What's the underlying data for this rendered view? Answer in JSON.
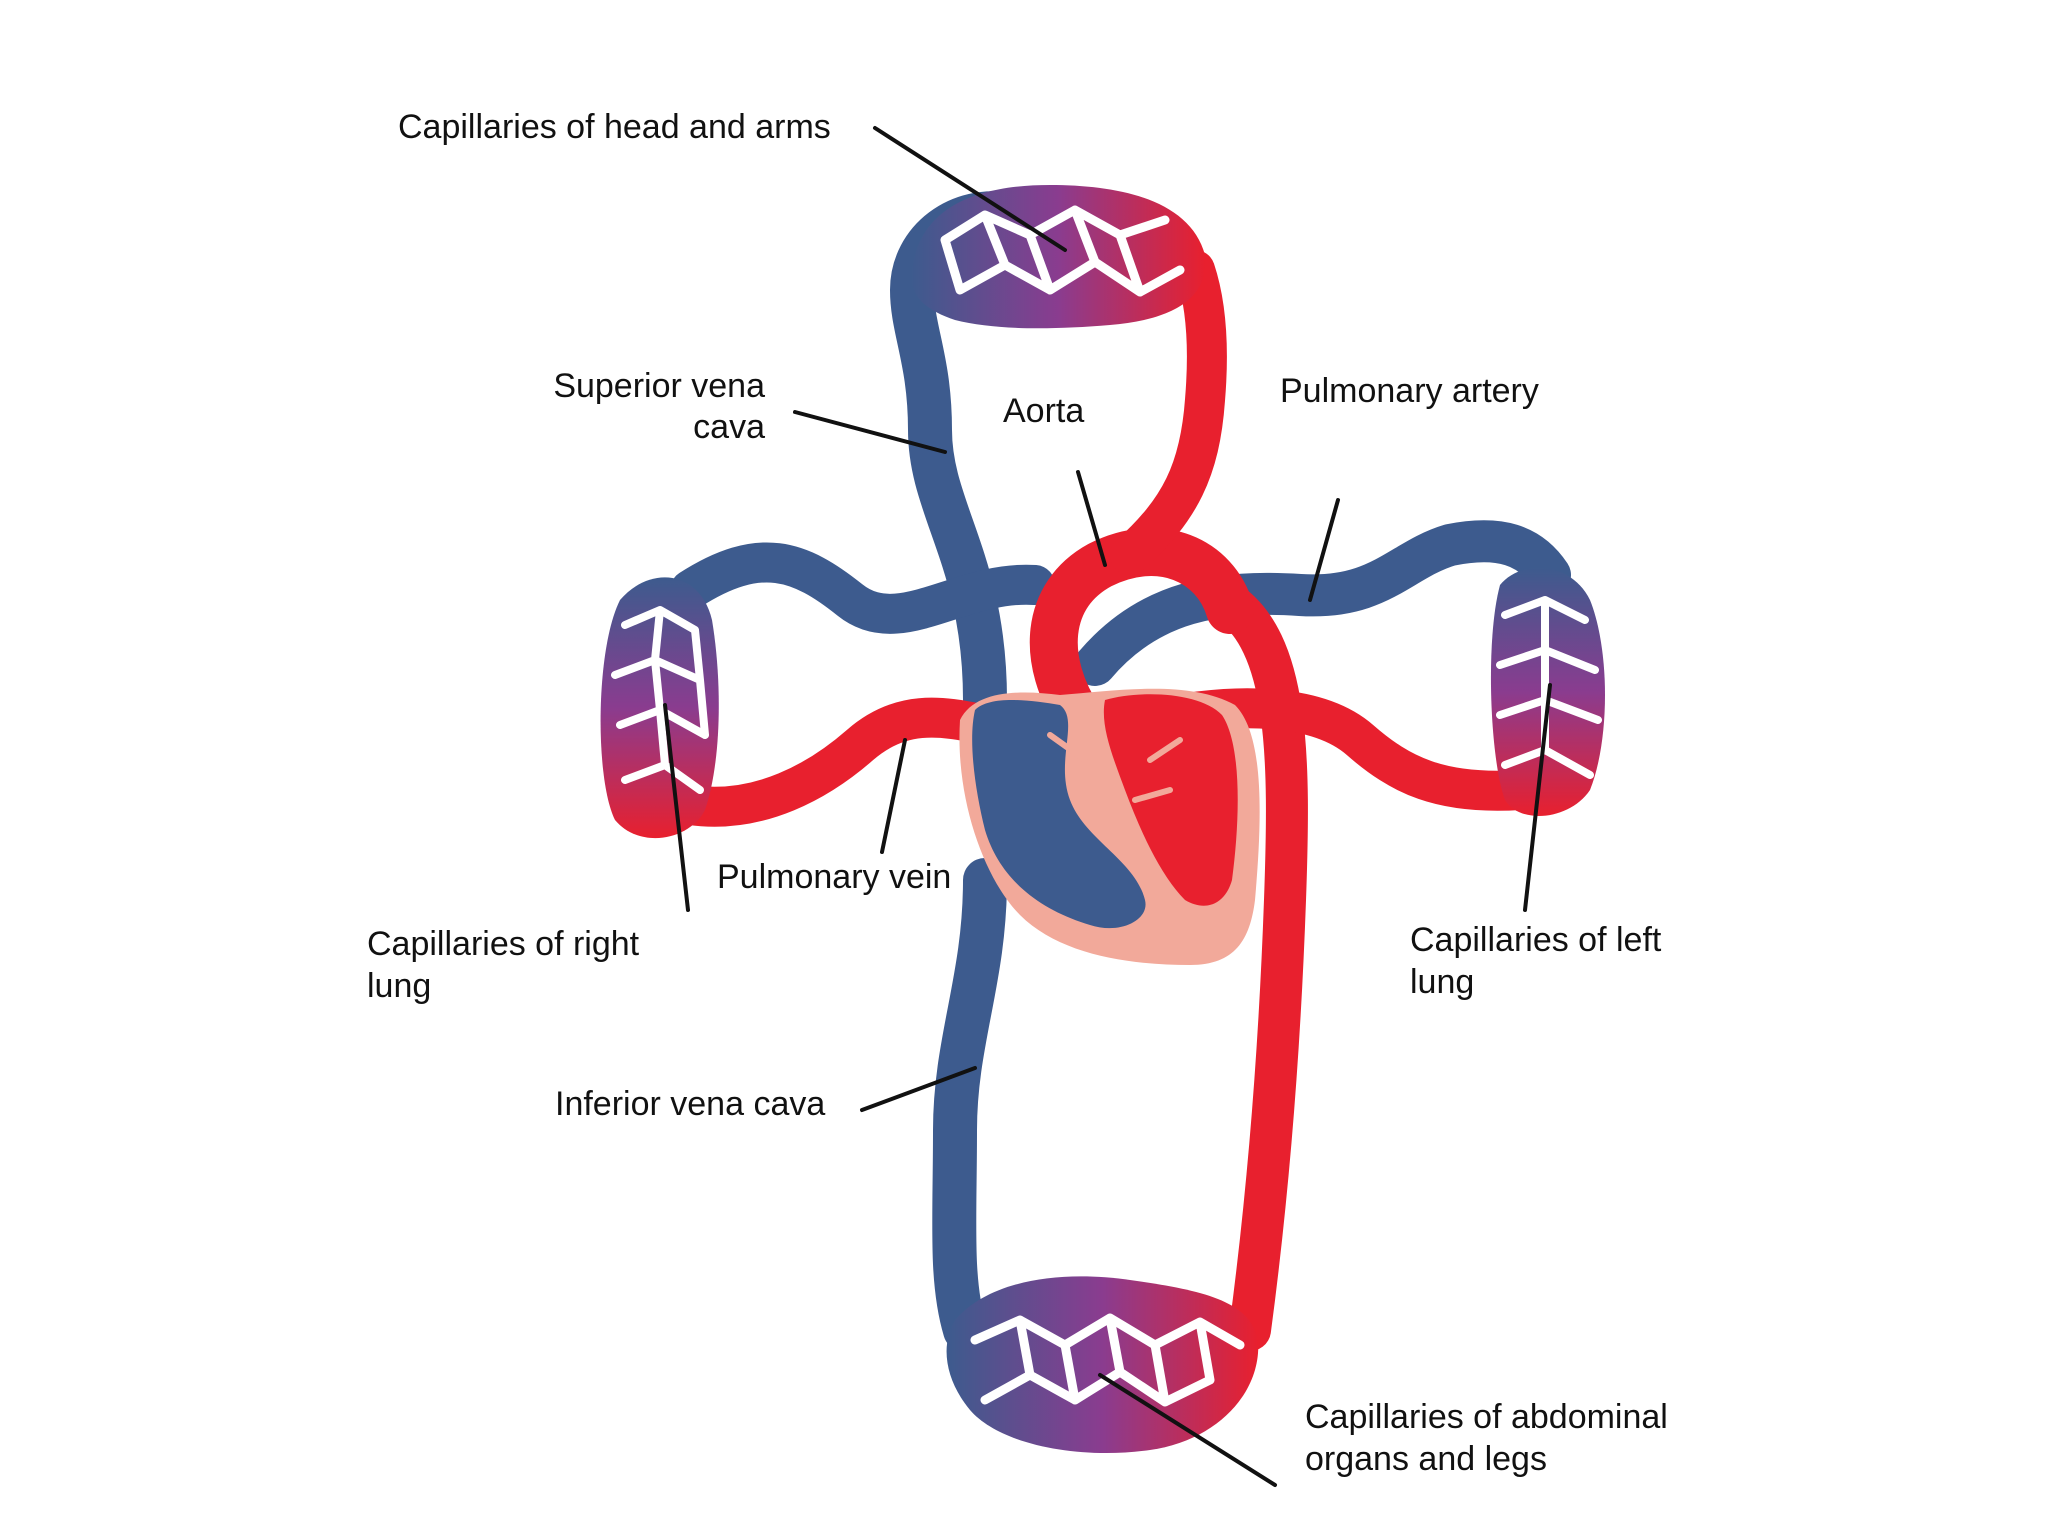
{
  "labels": {
    "head_arms": "Capillaries of head and arms",
    "svc_1": "Superior vena",
    "svc_2": "cava",
    "aorta": "Aorta",
    "pulmonary_artery": "Pulmonary artery",
    "pulmonary_vein": "Pulmonary vein",
    "right_lung_1": "Capillaries of right",
    "right_lung_2": "lung",
    "left_lung_1": "Capillaries of left",
    "left_lung_2": "lung",
    "ivc": "Inferior vena cava",
    "abdominal_1": "Capillaries of abdominal",
    "abdominal_2": "organs and legs"
  },
  "colors": {
    "oxygenated": "#e8202e",
    "deoxygenated": "#3d5b8e",
    "capillary_mix": "#8a3c8f",
    "heart_wall": "#f2a99a"
  }
}
